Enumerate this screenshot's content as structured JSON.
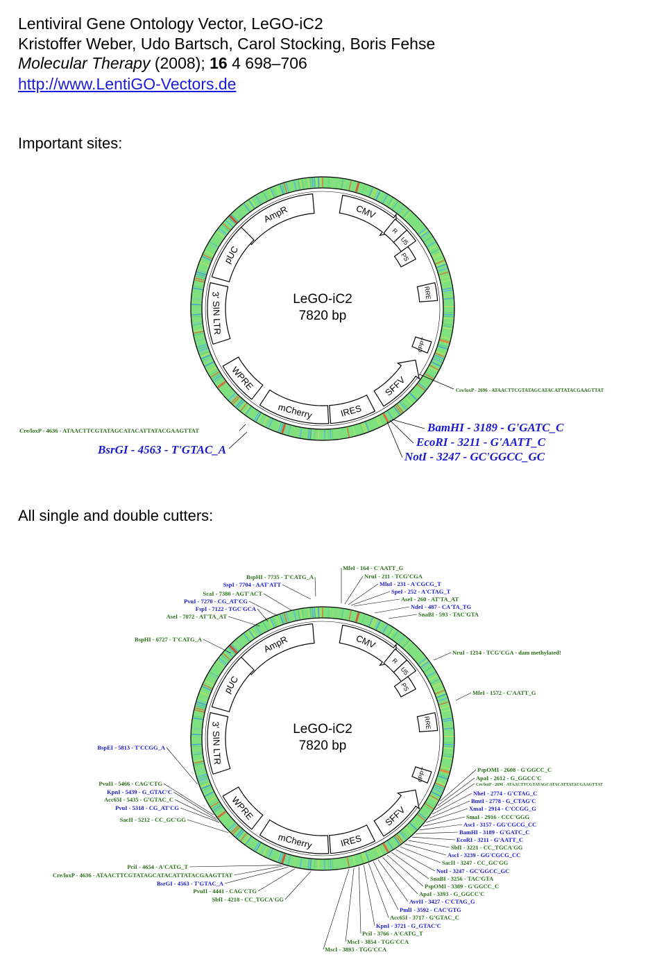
{
  "header": {
    "title": "Lentiviral Gene Ontology Vector, LeGO-iC2",
    "authors": "Kristoffer Weber, Udo Bartsch, Carol Stocking, Boris Fehse",
    "journal": "Molecular Therapy",
    "year": "(2008);",
    "volume": "16",
    "pages": "4 698–706",
    "url": "http://www.LentiGO-Vectors.de"
  },
  "sections": {
    "important": "Important sites:",
    "all": "All single and double cutters:"
  },
  "map": {
    "name": "LeGO-iC2",
    "size": "7820 bp",
    "features": [
      "AmpR",
      "CMV",
      "R",
      "U5",
      "PS",
      "RRE",
      "cPPT",
      "SFFV",
      "IRES",
      "mCherry",
      "WPRE",
      "3' SIN LTR",
      "pUC"
    ]
  },
  "important_sites": [
    {
      "text": "BamHI - 3189 - G'GATC_C",
      "color": "#1a1acc",
      "big": true
    },
    {
      "text": "EcoRI - 3211 - G'AATT_C",
      "color": "#1a1acc",
      "big": true
    },
    {
      "text": "NotI - 3247 - GC'GGCC_GC",
      "color": "#1a1acc",
      "big": true
    },
    {
      "text": "BsrGI - 4563 - T'GTAC_A",
      "color": "#1a1acc",
      "big": true
    },
    {
      "text": "Cre/loxP - 2696 - ATAACTTCGTATAGCATACATTATACGAAGTTAT",
      "color": "#2a6e1a",
      "big": false
    },
    {
      "text": "Cre/loxP - 4636 - ATAACTTCGTATAGCATACATTATACGAAGTTAT",
      "color": "#2a6e1a",
      "big": false
    }
  ],
  "cutters_top": [
    "BspHI - 7735 - T'CATG_A",
    "SspI - 7704 - AAT'ATT",
    "ScaI - 7380 - AGT'ACT",
    "PvuI - 7270 - CG_AT'CG",
    "FspI - 7122 - TGC'GCA",
    "AseI - 7072 - AT'TA_AT",
    "BspHI - 6727 - T'CATG_A",
    "MfeI - 164 - C'AATT_G",
    "NruI - 211 - TCG'CGA",
    "MluI - 231 - A'CGCG_T",
    "SpeI - 252 - A'CTAG_T",
    "AseI - 260 - AT'TA_AT",
    "NdeI - 487 - CA'TA_TG",
    "SnaBI - 593 - TAC'GTA",
    "NruI - 1214 - TCG'CGA - dam methylated!",
    "MfeI - 1572 - C'AATT_G"
  ],
  "cutters_left": [
    "BspEI - 5813 - T'CCGG_A",
    "PvuII - 5466 - CAG'CTG",
    "KpnI - 5439 - G_GTAC'C",
    "Acc65I - 5435 - G'GTAC_C",
    "PvuI - 5318 - CG_AT'CG",
    "SacII - 5212 - CC_GC'GG",
    "PciI - 4654 - A'CATG_T",
    "Cre/loxP - 4636 - ATAACTTCGTATAGCATACATTATACGAAGTTAT",
    "BsrGI - 4563 - T'GTAC_A",
    "PvuII - 4441 - CAG'CTG",
    "SbfI - 4218 - CC_TGCA'GG"
  ],
  "cutters_right": [
    "PspOMI - 2608 - G'GGCC_C",
    "ApaI - 2612 - G_GGCC'C",
    "Cre/loxP - 2696 - ATAACTTCGTATAGCATACATTATACGAAGTTAT",
    "NheI - 2774 - G'CTAG_C",
    "BmtI - 2778 - G_CTAG'C",
    "XmaI - 2914 - C'CCGG_G",
    "SmaI - 2916 - CCC'GGG",
    "AscI - 3157 - GG'CGCG_CC",
    "BamHI - 3189 - G'GATC_C",
    "EcoRI - 3211 - G'AATT_C",
    "SbfI - 3221 - CC_TGCA'GG",
    "AscI - 3239 - GG'CGCG_CC",
    "SacII - 3247 - CC_GC'GG",
    "NotI - 3247 - GC'GGCC_GC",
    "SnaBI - 3256 - TAC'GTA",
    "PspOMI - 3389 - G'GGCC_C",
    "ApaI - 3393 - G_GGCC'C",
    "AvrII - 3427 - C'CTAG_G",
    "PmlI - 3592 - CAC'GTG",
    "Acc65I - 3717 - G'GTAC_C",
    "KpnI - 3721 - G_GTAC'C",
    "PciI - 3766 - A'CATG_T",
    "MscI - 3854 - TGG'CCA",
    "MscI - 3893 - TGG'CCA"
  ],
  "colors": {
    "blue_label": "#1a1acc",
    "green_label": "#2a6e1a",
    "ring_base": "#7fe07f",
    "link": "#1a1adc"
  }
}
